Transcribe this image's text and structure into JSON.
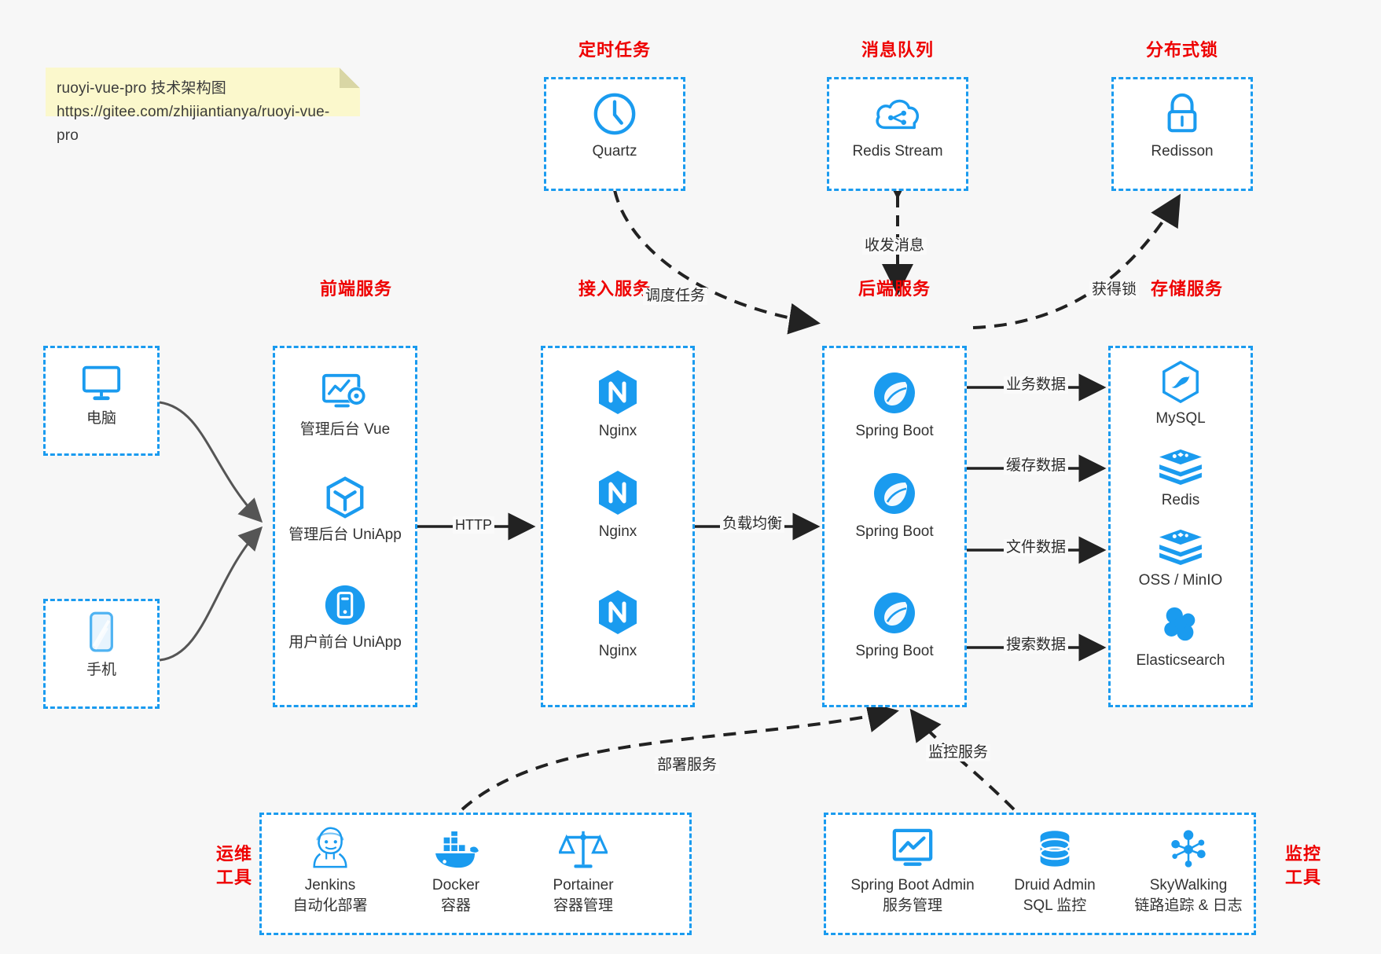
{
  "note": {
    "line1": "ruoyi-vue-pro 技术架构图",
    "line2": "https://gitee.com/zhijiantianya/ruoyi-vue-pro"
  },
  "colors": {
    "accent": "#1a9bef",
    "title": "#ee0000",
    "icon": "#1a9bef",
    "background": "#f7f7f7",
    "note_bg": "#fbf8cc",
    "arrow": "#222222",
    "soft_arrow": "#555555"
  },
  "groups": {
    "scheduler": {
      "title": "定时任务",
      "nodes": [
        {
          "label": "Quartz",
          "icon": "clock-icon"
        }
      ]
    },
    "mq": {
      "title": "消息队列",
      "nodes": [
        {
          "label": "Redis Stream",
          "icon": "cloud-stream-icon"
        }
      ]
    },
    "lock": {
      "title": "分布式锁",
      "nodes": [
        {
          "label": "Redisson",
          "icon": "padlock-icon"
        }
      ]
    },
    "clients": {
      "nodes": [
        {
          "label": "电脑",
          "icon": "desktop-icon"
        },
        {
          "label": "手机",
          "icon": "smartphone-icon"
        }
      ]
    },
    "frontend": {
      "title": "前端服务",
      "nodes": [
        {
          "label": "管理后台 Vue",
          "icon": "dashboard-gear-icon"
        },
        {
          "label": "管理后台 UniApp",
          "icon": "cube-icon"
        },
        {
          "label": "用户前台 UniApp",
          "icon": "mobile-app-icon"
        }
      ]
    },
    "gateway": {
      "title": "接入服务",
      "nodes": [
        {
          "label": "Nginx",
          "icon": "nginx-icon"
        },
        {
          "label": "Nginx",
          "icon": "nginx-icon"
        },
        {
          "label": "Nginx",
          "icon": "nginx-icon"
        }
      ]
    },
    "backend": {
      "title": "后端服务",
      "nodes": [
        {
          "label": "Spring Boot",
          "icon": "spring-boot-icon"
        },
        {
          "label": "Spring Boot",
          "icon": "spring-boot-icon"
        },
        {
          "label": "Spring Boot",
          "icon": "spring-boot-icon"
        }
      ]
    },
    "storage": {
      "title": "存储服务",
      "nodes": [
        {
          "label": "MySQL",
          "icon": "mysql-icon"
        },
        {
          "label": "Redis",
          "icon": "redis-stack-icon"
        },
        {
          "label": "OSS / MinIO",
          "icon": "oss-stack-icon"
        },
        {
          "label": "Elasticsearch",
          "icon": "elasticsearch-icon"
        }
      ]
    },
    "devops": {
      "title_line1": "运维",
      "title_line2": "工具",
      "nodes": [
        {
          "label": "Jenkins",
          "sublabel": "自动化部署",
          "icon": "jenkins-icon"
        },
        {
          "label": "Docker",
          "sublabel": "容器",
          "icon": "docker-icon"
        },
        {
          "label": "Portainer",
          "sublabel": "容器管理",
          "icon": "scales-icon"
        }
      ]
    },
    "monitor": {
      "title_line1": "监控",
      "title_line2": "工具",
      "nodes": [
        {
          "label": "Spring Boot Admin",
          "sublabel": "服务管理",
          "icon": "monitor-chart-icon"
        },
        {
          "label": "Druid Admin",
          "sublabel": "SQL 监控",
          "icon": "database-icon"
        },
        {
          "label": "SkyWalking",
          "sublabel": "链路追踪 & 日志",
          "icon": "skywalking-icon"
        }
      ]
    }
  },
  "edges": {
    "http": "HTTP",
    "load_balance": "负载均衡",
    "schedule_task": "调度任务",
    "send_receive_message": "收发消息",
    "acquire_lock": "获得锁",
    "business_data": "业务数据",
    "cache_data": "缓存数据",
    "file_data": "文件数据",
    "search_data": "搜索数据",
    "deploy_service": "部署服务",
    "monitor_service": "监控服务"
  }
}
